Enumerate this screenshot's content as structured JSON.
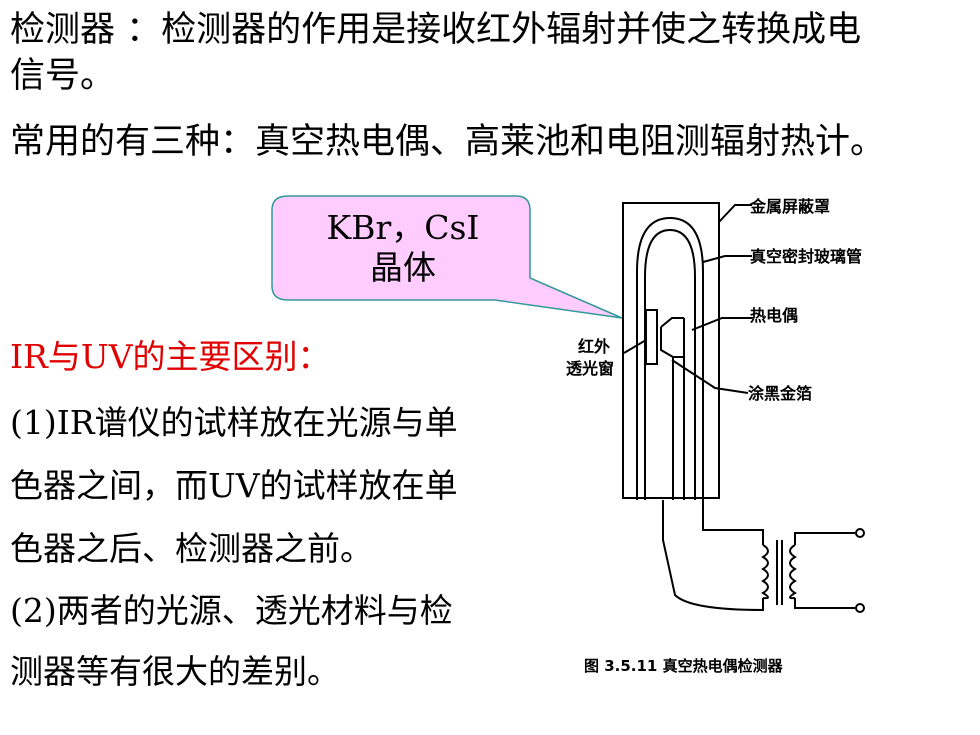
{
  "intro": {
    "line1": "检测器 ：检测器的作用是接收红外辐射并使之转换成电",
    "line2": "信号。",
    "line3": "常用的有三种：真空热电偶、高莱池和电阻测辐射热计。"
  },
  "callout": {
    "line1": "KBr，CsI",
    "line2": "晶体",
    "fill": "#ffccff",
    "stroke": "#339999"
  },
  "comparison": {
    "heading": "IR与UV的主要区别：",
    "heading_color": "#e00000",
    "point1_lines": [
      "(1)IR谱仪的试样放在光源与单",
      "色器之间，而UV的试样放在单",
      "色器之后、检测器之前。"
    ],
    "point2_lines": [
      "(2)两者的光源、透光材料与检",
      "测器等有很大的差别。"
    ]
  },
  "diagram": {
    "labels": {
      "shield": "金属屏蔽罩",
      "tube": "真空密封玻璃管",
      "thermocouple": "热电偶",
      "window_line1": "红外",
      "window_line2": "透光窗",
      "foil": "涂黑金箔"
    },
    "caption": "图 3.5.11   真空热电偶检测器"
  }
}
